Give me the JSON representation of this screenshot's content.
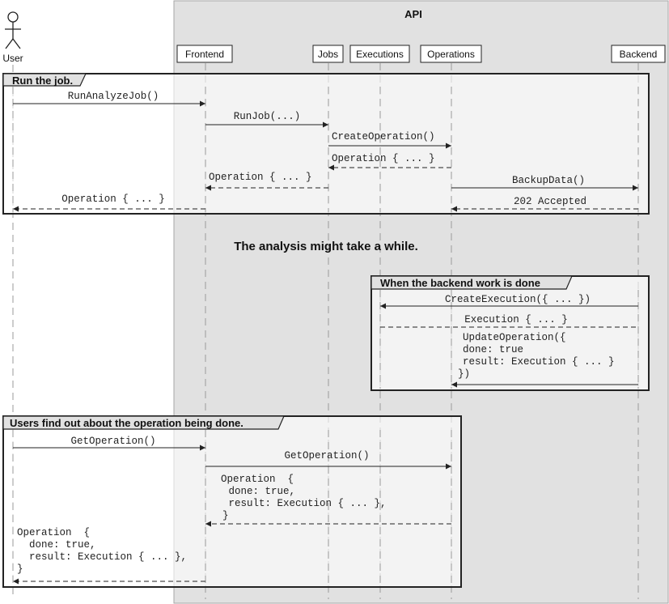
{
  "api_label": "API",
  "actor": {
    "label": "User"
  },
  "participants": [
    {
      "id": "frontend",
      "label": "Frontend"
    },
    {
      "id": "jobs",
      "label": "Jobs"
    },
    {
      "id": "executions",
      "label": "Executions"
    },
    {
      "id": "operations",
      "label": "Operations"
    },
    {
      "id": "backend",
      "label": "Backend"
    }
  ],
  "frames": [
    {
      "title": "Run the job."
    },
    {
      "title": "When the backend work is done"
    },
    {
      "title": "Users find out about the operation being done."
    }
  ],
  "divider_note": "The analysis might take a while.",
  "messages": [
    {
      "lines": [
        "RunAnalyzeJob()"
      ]
    },
    {
      "lines": [
        "RunJob(...)"
      ]
    },
    {
      "lines": [
        "CreateOperation()"
      ]
    },
    {
      "lines": [
        "Operation { ... }"
      ]
    },
    {
      "lines": [
        "Operation { ... }"
      ]
    },
    {
      "lines": [
        "BackupData()"
      ]
    },
    {
      "lines": [
        "Operation { ... }"
      ]
    },
    {
      "lines": [
        "202 Accepted"
      ]
    },
    {
      "lines": [
        "CreateExecution({ ... })"
      ]
    },
    {
      "lines": [
        "Execution { ... }"
      ]
    },
    {
      "lines": [
        "UpdateOperation({",
        "done: true",
        "result: Execution { ... }",
        "})"
      ]
    },
    {
      "lines": [
        "GetOperation()"
      ]
    },
    {
      "lines": [
        "GetOperation()"
      ]
    },
    {
      "lines": [
        "Operation  {",
        " done: true,",
        " result: Execution { ... },",
        "}"
      ]
    },
    {
      "lines": [
        "Operation  {",
        "  done: true,",
        "  result: Execution { ... },",
        "}"
      ]
    }
  ]
}
